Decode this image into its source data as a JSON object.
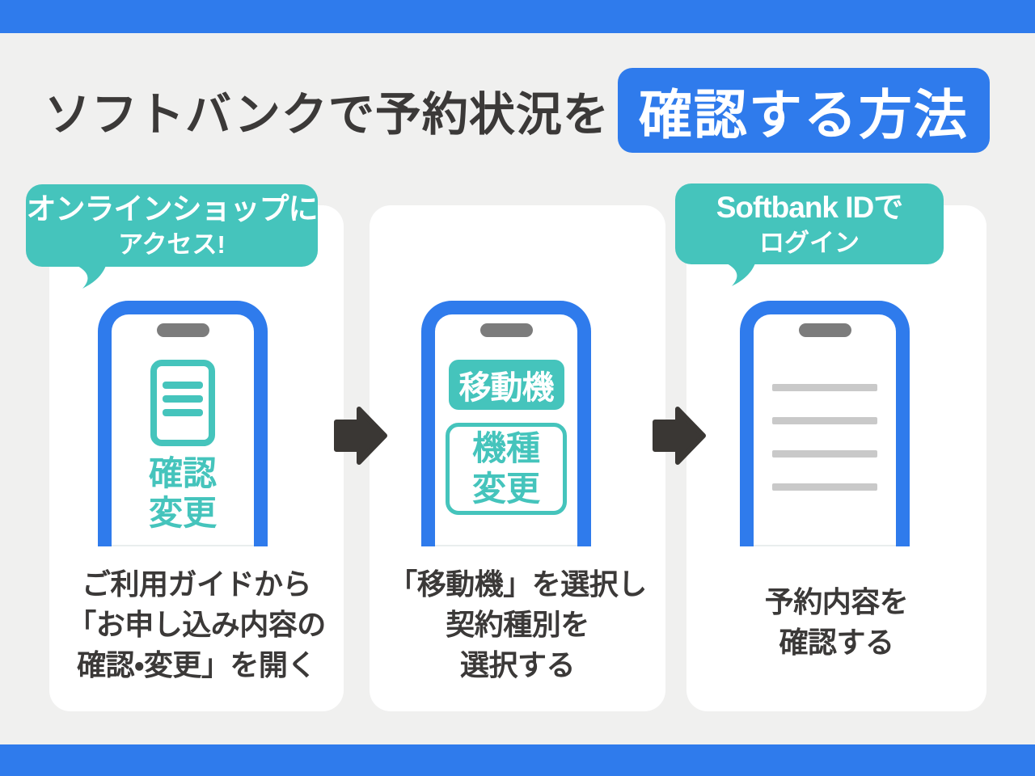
{
  "title": {
    "plain": "ソフトバンクで予約状況を",
    "highlight": "確認する方法"
  },
  "steps": [
    {
      "bubble": {
        "line1": "オンラインショップに",
        "line2": "アクセス!"
      },
      "phone": {
        "icon": "document-icon",
        "labels": [
          "確認",
          "変更"
        ]
      },
      "caption": [
        "ご利用ガイドから",
        "「お申し込み内容の",
        "確認・変更」を開く"
      ]
    },
    {
      "phone": {
        "badge": "移動機",
        "box_lines": [
          "機種",
          "変更"
        ]
      },
      "caption": [
        "「移動機」を選択し",
        "契約種別を",
        "選択する"
      ]
    },
    {
      "bubble": {
        "line1": "Softbank IDで",
        "line2": "ログイン"
      },
      "phone": {
        "icon": "text-lines-placeholder"
      },
      "caption": [
        "予約内容を",
        "確認する"
      ]
    }
  ],
  "colors": {
    "brand_blue": "#2f7bec",
    "teal": "#45c4bc",
    "background": "#f0f0ef",
    "dark_text": "#3b3938",
    "arrow": "#3a3734",
    "speaker_pill": "#7c7c7c",
    "placeholder_gray": "#c9c9c9"
  }
}
